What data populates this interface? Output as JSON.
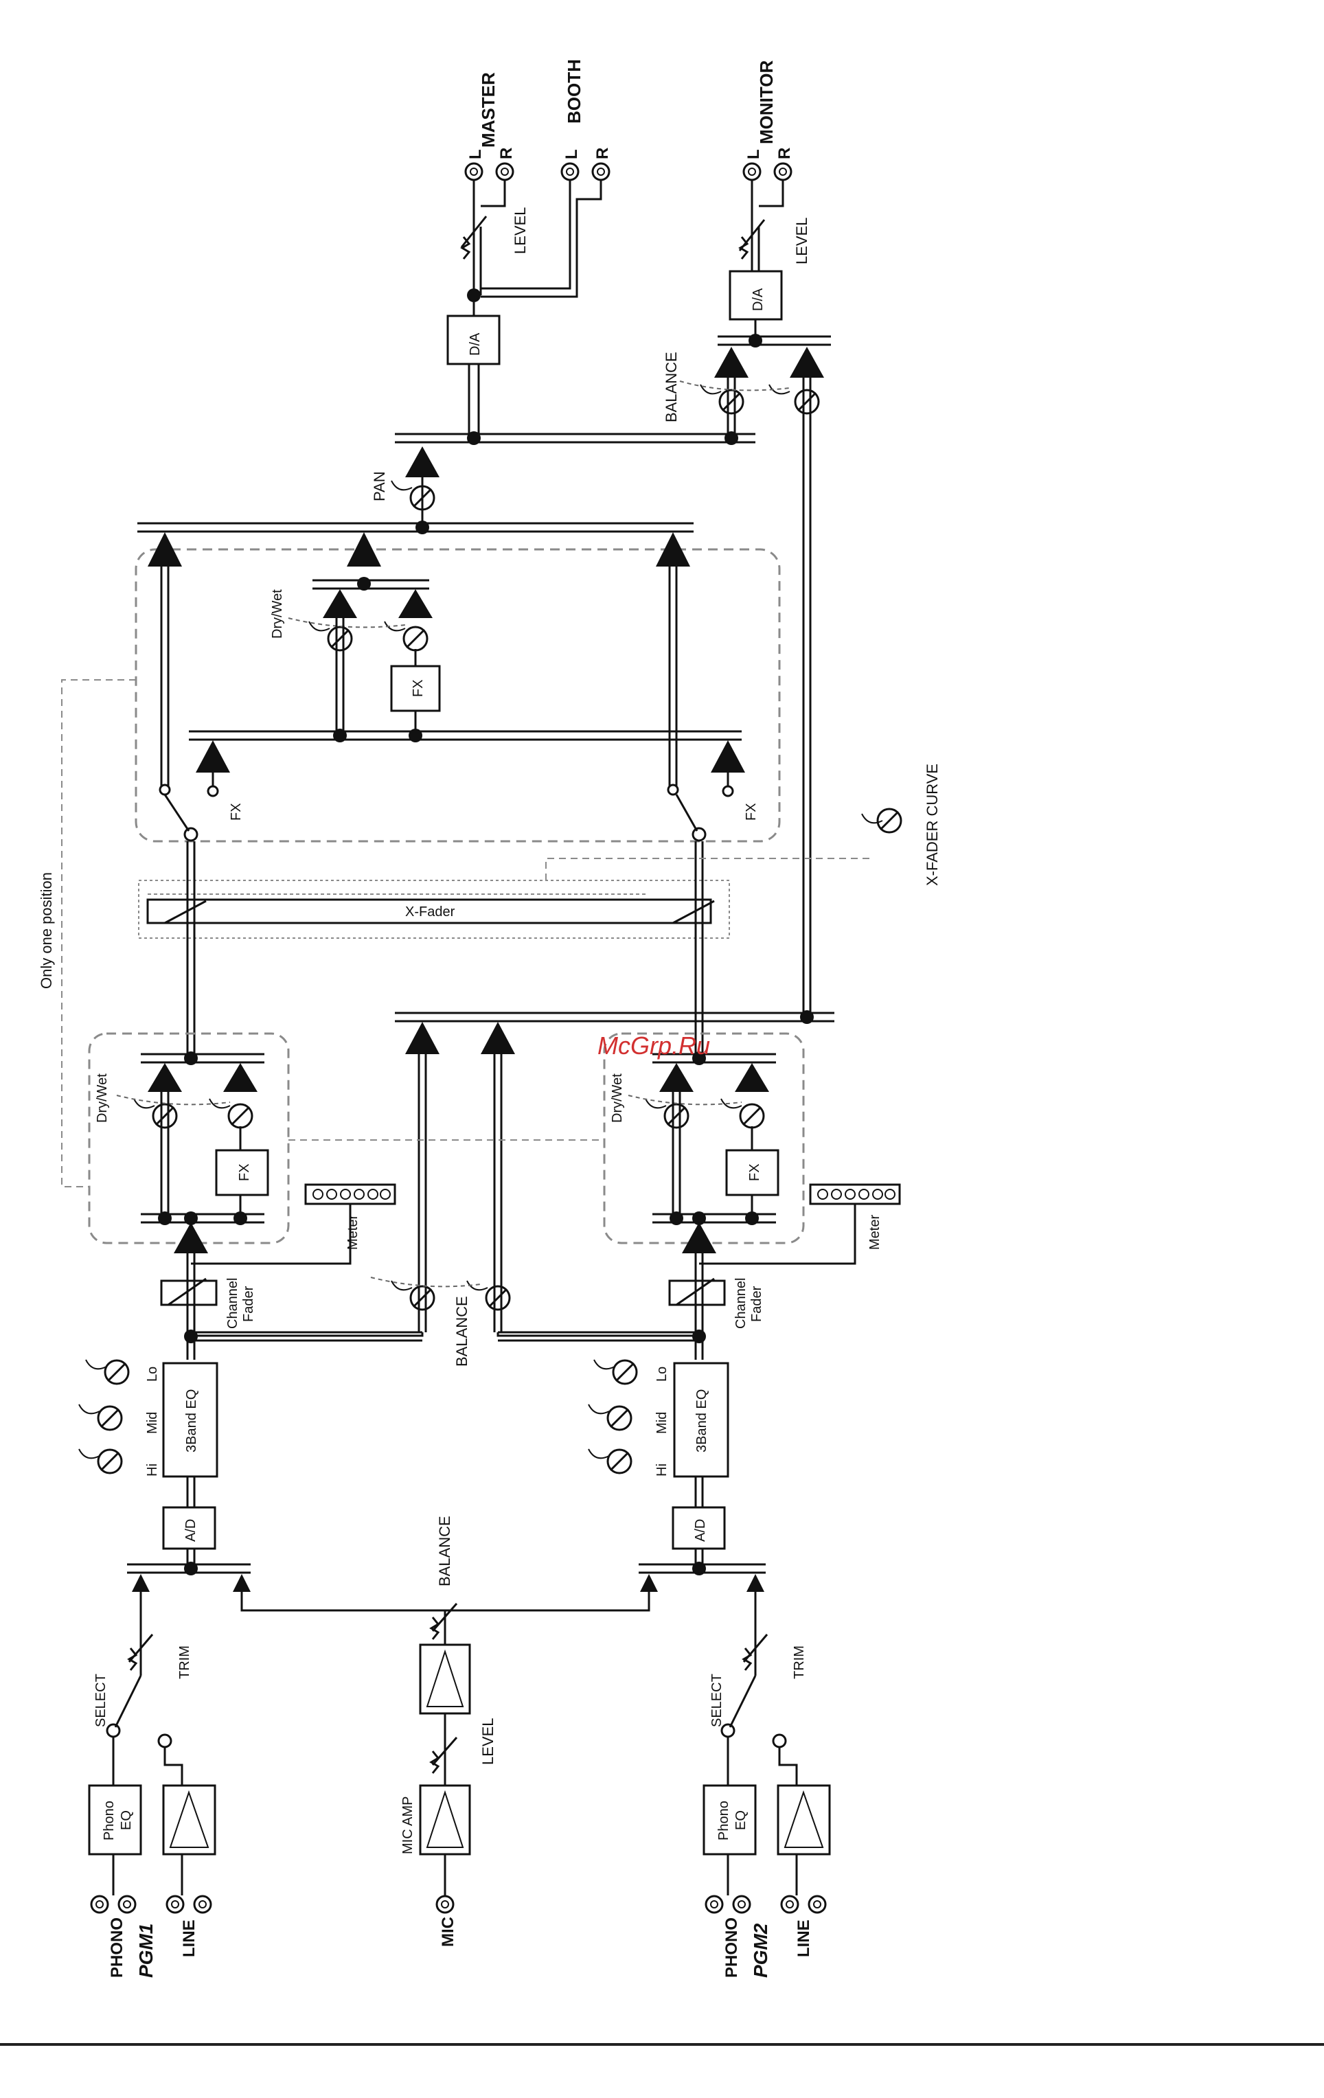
{
  "labels": {
    "master": "MASTER",
    "booth": "BOOTH",
    "monitor": "MONITOR",
    "l": "L",
    "r": "R",
    "level": "LEVEL",
    "da": "D/A",
    "ad": "A/D",
    "balance": "BALANCE",
    "pan": "PAN",
    "dry_wet": "Dry/Wet",
    "fx": "FX",
    "x_fader": "X-Fader",
    "x_fader_curve": "X-FADER CURVE",
    "only_one_position": "Only one position",
    "meter": "Meter",
    "channel": "Channel",
    "fader": "Fader",
    "eq3": "3Band EQ",
    "hi": "Hi",
    "mid": "Mid",
    "lo": "Lo",
    "select": "SELECT",
    "trim": "TRIM",
    "phono": "Phono",
    "eq": "EQ",
    "phono_in": "PHONO",
    "line": "LINE",
    "pgm1": "PGM1",
    "pgm2": "PGM2",
    "mic": "MIC",
    "mic_amp": "MIC AMP"
  },
  "watermark": "McGrp.Ru",
  "colors": {
    "line": "#111111",
    "dashed": "#8a8a8a",
    "watermark": "#d23030"
  }
}
